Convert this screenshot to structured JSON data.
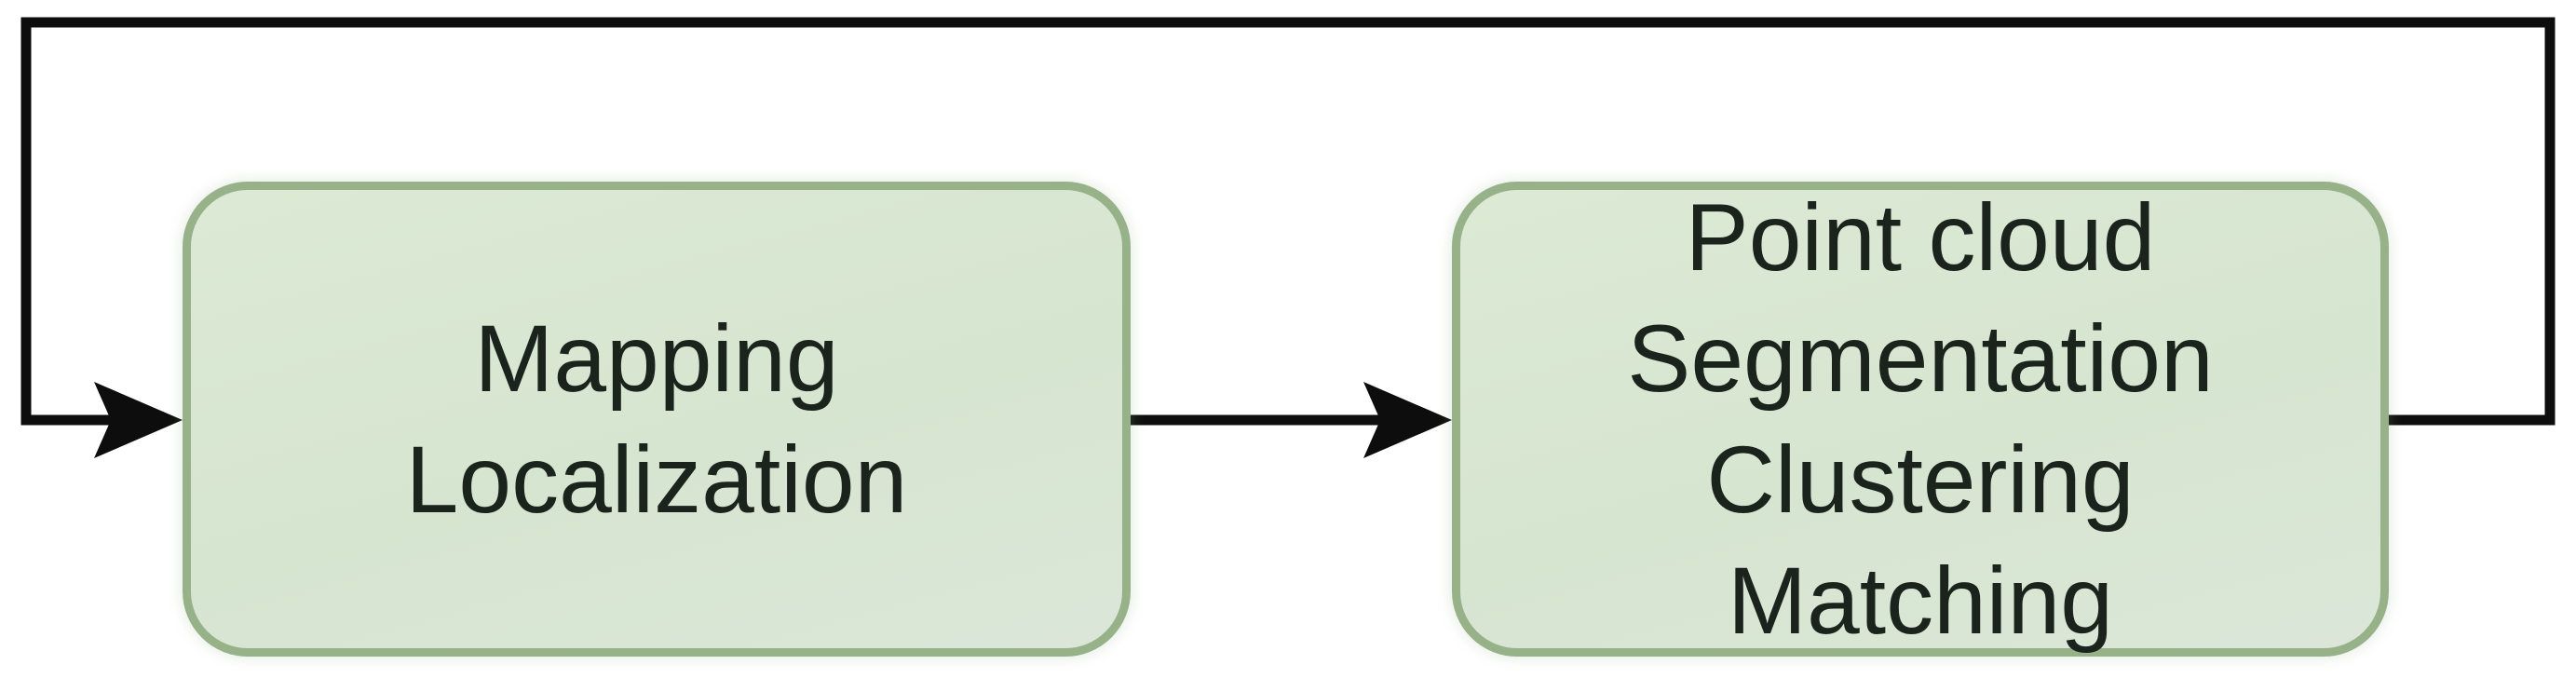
{
  "diagram": {
    "type": "flowchart-loop",
    "background_color": "#ffffff",
    "connector_color": "#0d0d0d",
    "node_fill_color": "#d8e6d1",
    "node_border_color": "#97b189",
    "node_text_color": "#1b241c",
    "nodes": [
      {
        "id": "mapping-localization",
        "lines": [
          "Mapping",
          "Localization"
        ]
      },
      {
        "id": "point-cloud-processing",
        "lines": [
          "Point cloud",
          "Segmentation",
          "Clustering",
          "Matching"
        ]
      }
    ],
    "edges": [
      {
        "from": "mapping-localization",
        "to": "point-cloud-processing",
        "style": "straight",
        "arrowhead": "solid-black"
      },
      {
        "from": "point-cloud-processing",
        "to": "mapping-localization",
        "style": "feedback-loop-around-top",
        "arrowhead": "solid-black"
      }
    ]
  }
}
